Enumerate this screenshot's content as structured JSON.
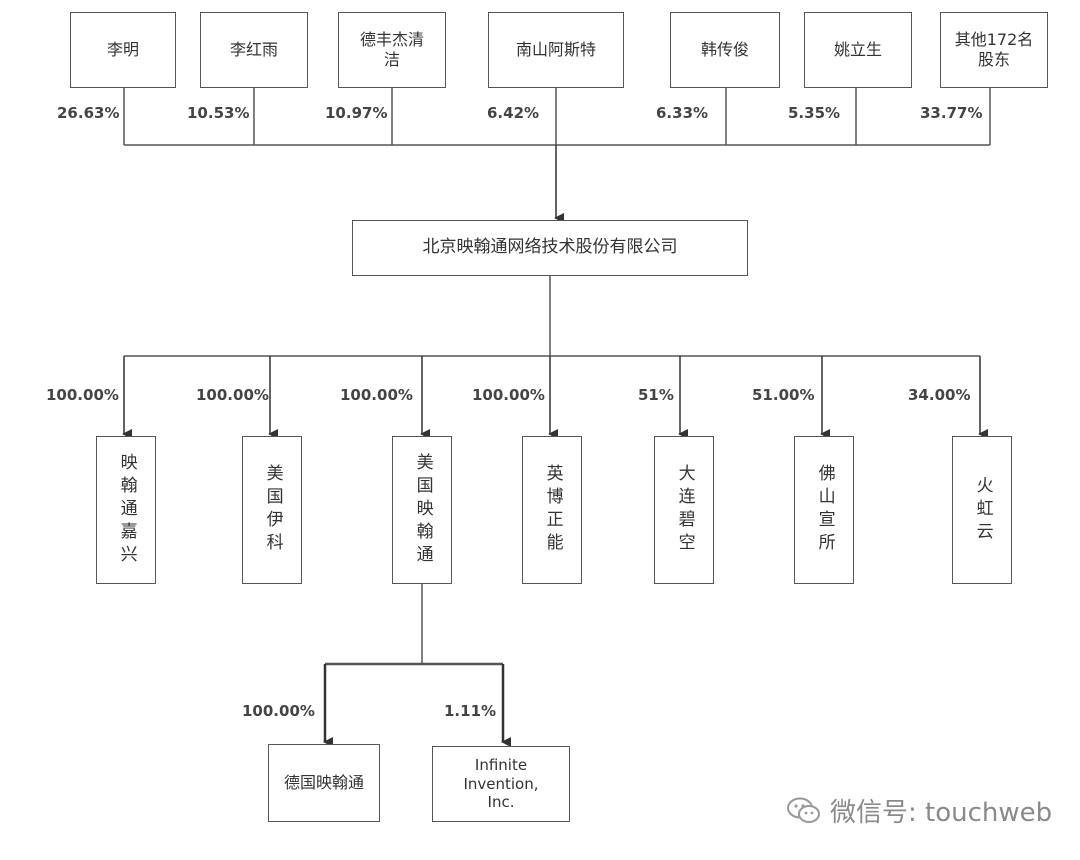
{
  "shareholders": [
    {
      "name": "李明",
      "pct": "26.63%"
    },
    {
      "name": "李红雨",
      "pct": "10.53%"
    },
    {
      "name": "德丰杰清洁",
      "pct": "10.97%"
    },
    {
      "name": "南山阿斯特",
      "pct": "6.42%"
    },
    {
      "name": "韩传俊",
      "pct": "6.33%"
    },
    {
      "name": "姚立生",
      "pct": "5.35%"
    },
    {
      "name": "其他172名股东",
      "pct": "33.77%"
    }
  ],
  "company": "北京映翰通网络技术股份有限公司",
  "subsidiaries": [
    {
      "name": "映翰通嘉兴",
      "pct": "100.00%"
    },
    {
      "name": "美国伊科",
      "pct": "100.00%"
    },
    {
      "name": "美国映翰通",
      "pct": "100.00%"
    },
    {
      "name": "英博正能",
      "pct": "100.00%"
    },
    {
      "name": "大连碧空",
      "pct": "51%"
    },
    {
      "name": "佛山宣所",
      "pct": "51.00%"
    },
    {
      "name": "火虹云",
      "pct": "34.00%"
    }
  ],
  "grandchildren": [
    {
      "name": "德国映翰通",
      "pct": "100.00%"
    },
    {
      "name": "Infinite Invention, Inc.",
      "pct": "1.11%"
    }
  ],
  "watermark": "微信号: touchweb"
}
